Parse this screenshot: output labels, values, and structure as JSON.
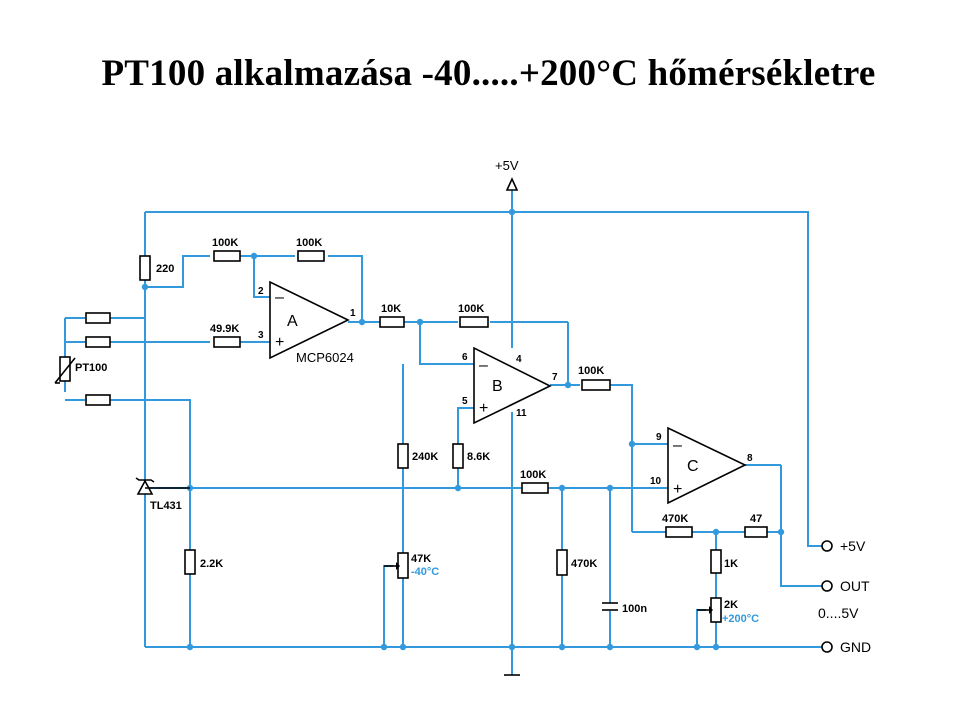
{
  "title": "PT100 alkalmazása -40.....+200°C hőmérsékletre",
  "supply_label": "+5V",
  "opamp_chip": "MCP6024",
  "opamps": {
    "a": "A",
    "b": "B",
    "c": "C"
  },
  "pins": {
    "a_in_minus": "2",
    "a_in_plus": "3",
    "a_out": "1",
    "b_in_minus": "6",
    "b_in_plus": "5",
    "b_out": "7",
    "b_vplus": "4",
    "b_gnd": "11",
    "c_in_minus": "9",
    "c_in_plus": "10",
    "c_out": "8"
  },
  "components": {
    "r220": "220",
    "r100k_a1": "100K",
    "r100k_a2": "100K",
    "r49k9": "49.9K",
    "r10k": "10K",
    "r100k_b": "100K",
    "r240k": "240K",
    "r8k6": "8.6K",
    "r100k_out": "100K",
    "r100k_c": "100K",
    "r470k_a": "470K",
    "r47": "47",
    "r470k_b": "470K",
    "r1k": "1K",
    "r2k2": "2.2K",
    "pot47k": "47K",
    "pot47k_note": "-40°C",
    "pot2k": "2K",
    "pot2k_note": "+200°C",
    "cap": "100n",
    "sensor": "PT100",
    "ref": "TL431"
  },
  "terminals": {
    "plus5v": "+5V",
    "out": "OUT",
    "range": "0....5V",
    "gnd": "GND"
  }
}
